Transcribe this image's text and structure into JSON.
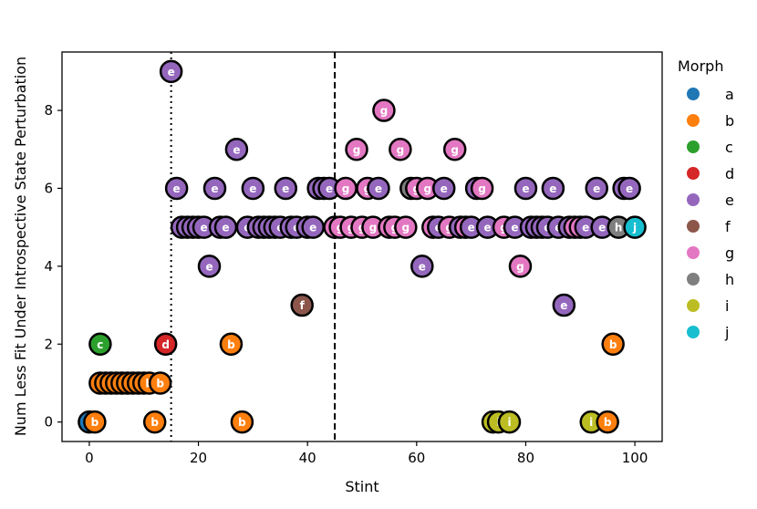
{
  "chart_data": {
    "type": "scatter",
    "xlabel": "Stint",
    "ylabel": "Num Less Fit Under Introspective State Perturbation",
    "xlim": [
      -5,
      105
    ],
    "ylim": [
      -0.5,
      9.5
    ],
    "xticks": [
      0,
      20,
      40,
      60,
      80,
      100
    ],
    "yticks": [
      0,
      2,
      4,
      6,
      8
    ],
    "grid": false,
    "legend": {
      "title": "Morph",
      "placement": "right outside",
      "entries": [
        {
          "label": "a",
          "color": "#1f77b4"
        },
        {
          "label": "b",
          "color": "#ff7f0e"
        },
        {
          "label": "c",
          "color": "#2ca02c"
        },
        {
          "label": "d",
          "color": "#d62728"
        },
        {
          "label": "e",
          "color": "#9467bd"
        },
        {
          "label": "f",
          "color": "#8c564b"
        },
        {
          "label": "g",
          "color": "#e377c2"
        },
        {
          "label": "h",
          "color": "#7f7f7f"
        },
        {
          "label": "i",
          "color": "#bcbd22"
        },
        {
          "label": "j",
          "color": "#17becf"
        }
      ]
    },
    "vlines": [
      {
        "x": 15,
        "style": "dotted"
      },
      {
        "x": 45,
        "style": "dashed"
      }
    ],
    "points": [
      {
        "x": 0,
        "y": 0,
        "morph": "a"
      },
      {
        "x": 1,
        "y": 0,
        "morph": "b"
      },
      {
        "x": 2,
        "y": 2,
        "morph": "c"
      },
      {
        "x": 2,
        "y": 1,
        "morph": "b"
      },
      {
        "x": 3,
        "y": 1,
        "morph": "b"
      },
      {
        "x": 4,
        "y": 1,
        "morph": "b"
      },
      {
        "x": 5,
        "y": 1,
        "morph": "b"
      },
      {
        "x": 6,
        "y": 1,
        "morph": "b"
      },
      {
        "x": 7,
        "y": 1,
        "morph": "b"
      },
      {
        "x": 8,
        "y": 1,
        "morph": "b"
      },
      {
        "x": 9,
        "y": 1,
        "morph": "b"
      },
      {
        "x": 10,
        "y": 1,
        "morph": "b"
      },
      {
        "x": 11,
        "y": 1,
        "morph": "b"
      },
      {
        "x": 12,
        "y": 0,
        "morph": "b"
      },
      {
        "x": 13,
        "y": 1,
        "morph": "b"
      },
      {
        "x": 14,
        "y": 2,
        "morph": "d"
      },
      {
        "x": 15,
        "y": 9,
        "morph": "e"
      },
      {
        "x": 16,
        "y": 6,
        "morph": "e"
      },
      {
        "x": 17,
        "y": 5,
        "morph": "e"
      },
      {
        "x": 18,
        "y": 5,
        "morph": "e"
      },
      {
        "x": 19,
        "y": 5,
        "morph": "e"
      },
      {
        "x": 20,
        "y": 5,
        "morph": "e"
      },
      {
        "x": 21,
        "y": 5,
        "morph": "e"
      },
      {
        "x": 22,
        "y": 4,
        "morph": "e"
      },
      {
        "x": 23,
        "y": 6,
        "morph": "e"
      },
      {
        "x": 24,
        "y": 5,
        "morph": "e"
      },
      {
        "x": 25,
        "y": 5,
        "morph": "e"
      },
      {
        "x": 26,
        "y": 2,
        "morph": "b"
      },
      {
        "x": 27,
        "y": 7,
        "morph": "e"
      },
      {
        "x": 28,
        "y": 0,
        "morph": "b"
      },
      {
        "x": 29,
        "y": 5,
        "morph": "e"
      },
      {
        "x": 30,
        "y": 6,
        "morph": "e"
      },
      {
        "x": 31,
        "y": 5,
        "morph": "e"
      },
      {
        "x": 32,
        "y": 5,
        "morph": "e"
      },
      {
        "x": 33,
        "y": 5,
        "morph": "e"
      },
      {
        "x": 34,
        "y": 5,
        "morph": "e"
      },
      {
        "x": 35,
        "y": 5,
        "morph": "e"
      },
      {
        "x": 36,
        "y": 6,
        "morph": "e"
      },
      {
        "x": 37,
        "y": 5,
        "morph": "e"
      },
      {
        "x": 38,
        "y": 5,
        "morph": "e"
      },
      {
        "x": 39,
        "y": 3,
        "morph": "f"
      },
      {
        "x": 40,
        "y": 5,
        "morph": "e"
      },
      {
        "x": 41,
        "y": 5,
        "morph": "e"
      },
      {
        "x": 42,
        "y": 6,
        "morph": "e"
      },
      {
        "x": 43,
        "y": 6,
        "morph": "e"
      },
      {
        "x": 44,
        "y": 6,
        "morph": "e"
      },
      {
        "x": 45,
        "y": 5,
        "morph": "g"
      },
      {
        "x": 46,
        "y": 5,
        "morph": "g"
      },
      {
        "x": 47,
        "y": 6,
        "morph": "g"
      },
      {
        "x": 48,
        "y": 5,
        "morph": "g"
      },
      {
        "x": 49,
        "y": 7,
        "morph": "g"
      },
      {
        "x": 50,
        "y": 5,
        "morph": "g"
      },
      {
        "x": 51,
        "y": 6,
        "morph": "g"
      },
      {
        "x": 52,
        "y": 5,
        "morph": "g"
      },
      {
        "x": 53,
        "y": 6,
        "morph": "e"
      },
      {
        "x": 54,
        "y": 8,
        "morph": "g"
      },
      {
        "x": 55,
        "y": 5,
        "morph": "g"
      },
      {
        "x": 56,
        "y": 5,
        "morph": "g"
      },
      {
        "x": 57,
        "y": 7,
        "morph": "g"
      },
      {
        "x": 58,
        "y": 5,
        "morph": "g"
      },
      {
        "x": 59,
        "y": 6,
        "morph": "h"
      },
      {
        "x": 60,
        "y": 6,
        "morph": "g"
      },
      {
        "x": 61,
        "y": 4,
        "morph": "e"
      },
      {
        "x": 62,
        "y": 6,
        "morph": "g"
      },
      {
        "x": 63,
        "y": 5,
        "morph": "g"
      },
      {
        "x": 64,
        "y": 5,
        "morph": "e"
      },
      {
        "x": 65,
        "y": 6,
        "morph": "e"
      },
      {
        "x": 66,
        "y": 5,
        "morph": "g"
      },
      {
        "x": 67,
        "y": 7,
        "morph": "g"
      },
      {
        "x": 68,
        "y": 5,
        "morph": "e"
      },
      {
        "x": 69,
        "y": 5,
        "morph": "g"
      },
      {
        "x": 70,
        "y": 5,
        "morph": "e"
      },
      {
        "x": 71,
        "y": 6,
        "morph": "e"
      },
      {
        "x": 72,
        "y": 6,
        "morph": "g"
      },
      {
        "x": 73,
        "y": 5,
        "morph": "e"
      },
      {
        "x": 74,
        "y": 0,
        "morph": "i"
      },
      {
        "x": 75,
        "y": 0,
        "morph": "i"
      },
      {
        "x": 76,
        "y": 5,
        "morph": "g"
      },
      {
        "x": 77,
        "y": 0,
        "morph": "i"
      },
      {
        "x": 78,
        "y": 5,
        "morph": "e"
      },
      {
        "x": 79,
        "y": 4,
        "morph": "g"
      },
      {
        "x": 80,
        "y": 6,
        "morph": "e"
      },
      {
        "x": 81,
        "y": 5,
        "morph": "e"
      },
      {
        "x": 82,
        "y": 5,
        "morph": "e"
      },
      {
        "x": 83,
        "y": 5,
        "morph": "e"
      },
      {
        "x": 84,
        "y": 5,
        "morph": "e"
      },
      {
        "x": 85,
        "y": 6,
        "morph": "e"
      },
      {
        "x": 86,
        "y": 5,
        "morph": "e"
      },
      {
        "x": 87,
        "y": 3,
        "morph": "e"
      },
      {
        "x": 88,
        "y": 5,
        "morph": "e"
      },
      {
        "x": 89,
        "y": 5,
        "morph": "g"
      },
      {
        "x": 90,
        "y": 5,
        "morph": "g"
      },
      {
        "x": 91,
        "y": 5,
        "morph": "e"
      },
      {
        "x": 92,
        "y": 0,
        "morph": "i"
      },
      {
        "x": 93,
        "y": 6,
        "morph": "e"
      },
      {
        "x": 94,
        "y": 5,
        "morph": "e"
      },
      {
        "x": 95,
        "y": 0,
        "morph": "b"
      },
      {
        "x": 96,
        "y": 2,
        "morph": "b"
      },
      {
        "x": 97,
        "y": 5,
        "morph": "h"
      },
      {
        "x": 98,
        "y": 6,
        "morph": "e"
      },
      {
        "x": 99,
        "y": 6,
        "morph": "e"
      },
      {
        "x": 100,
        "y": 5,
        "morph": "j"
      }
    ]
  }
}
